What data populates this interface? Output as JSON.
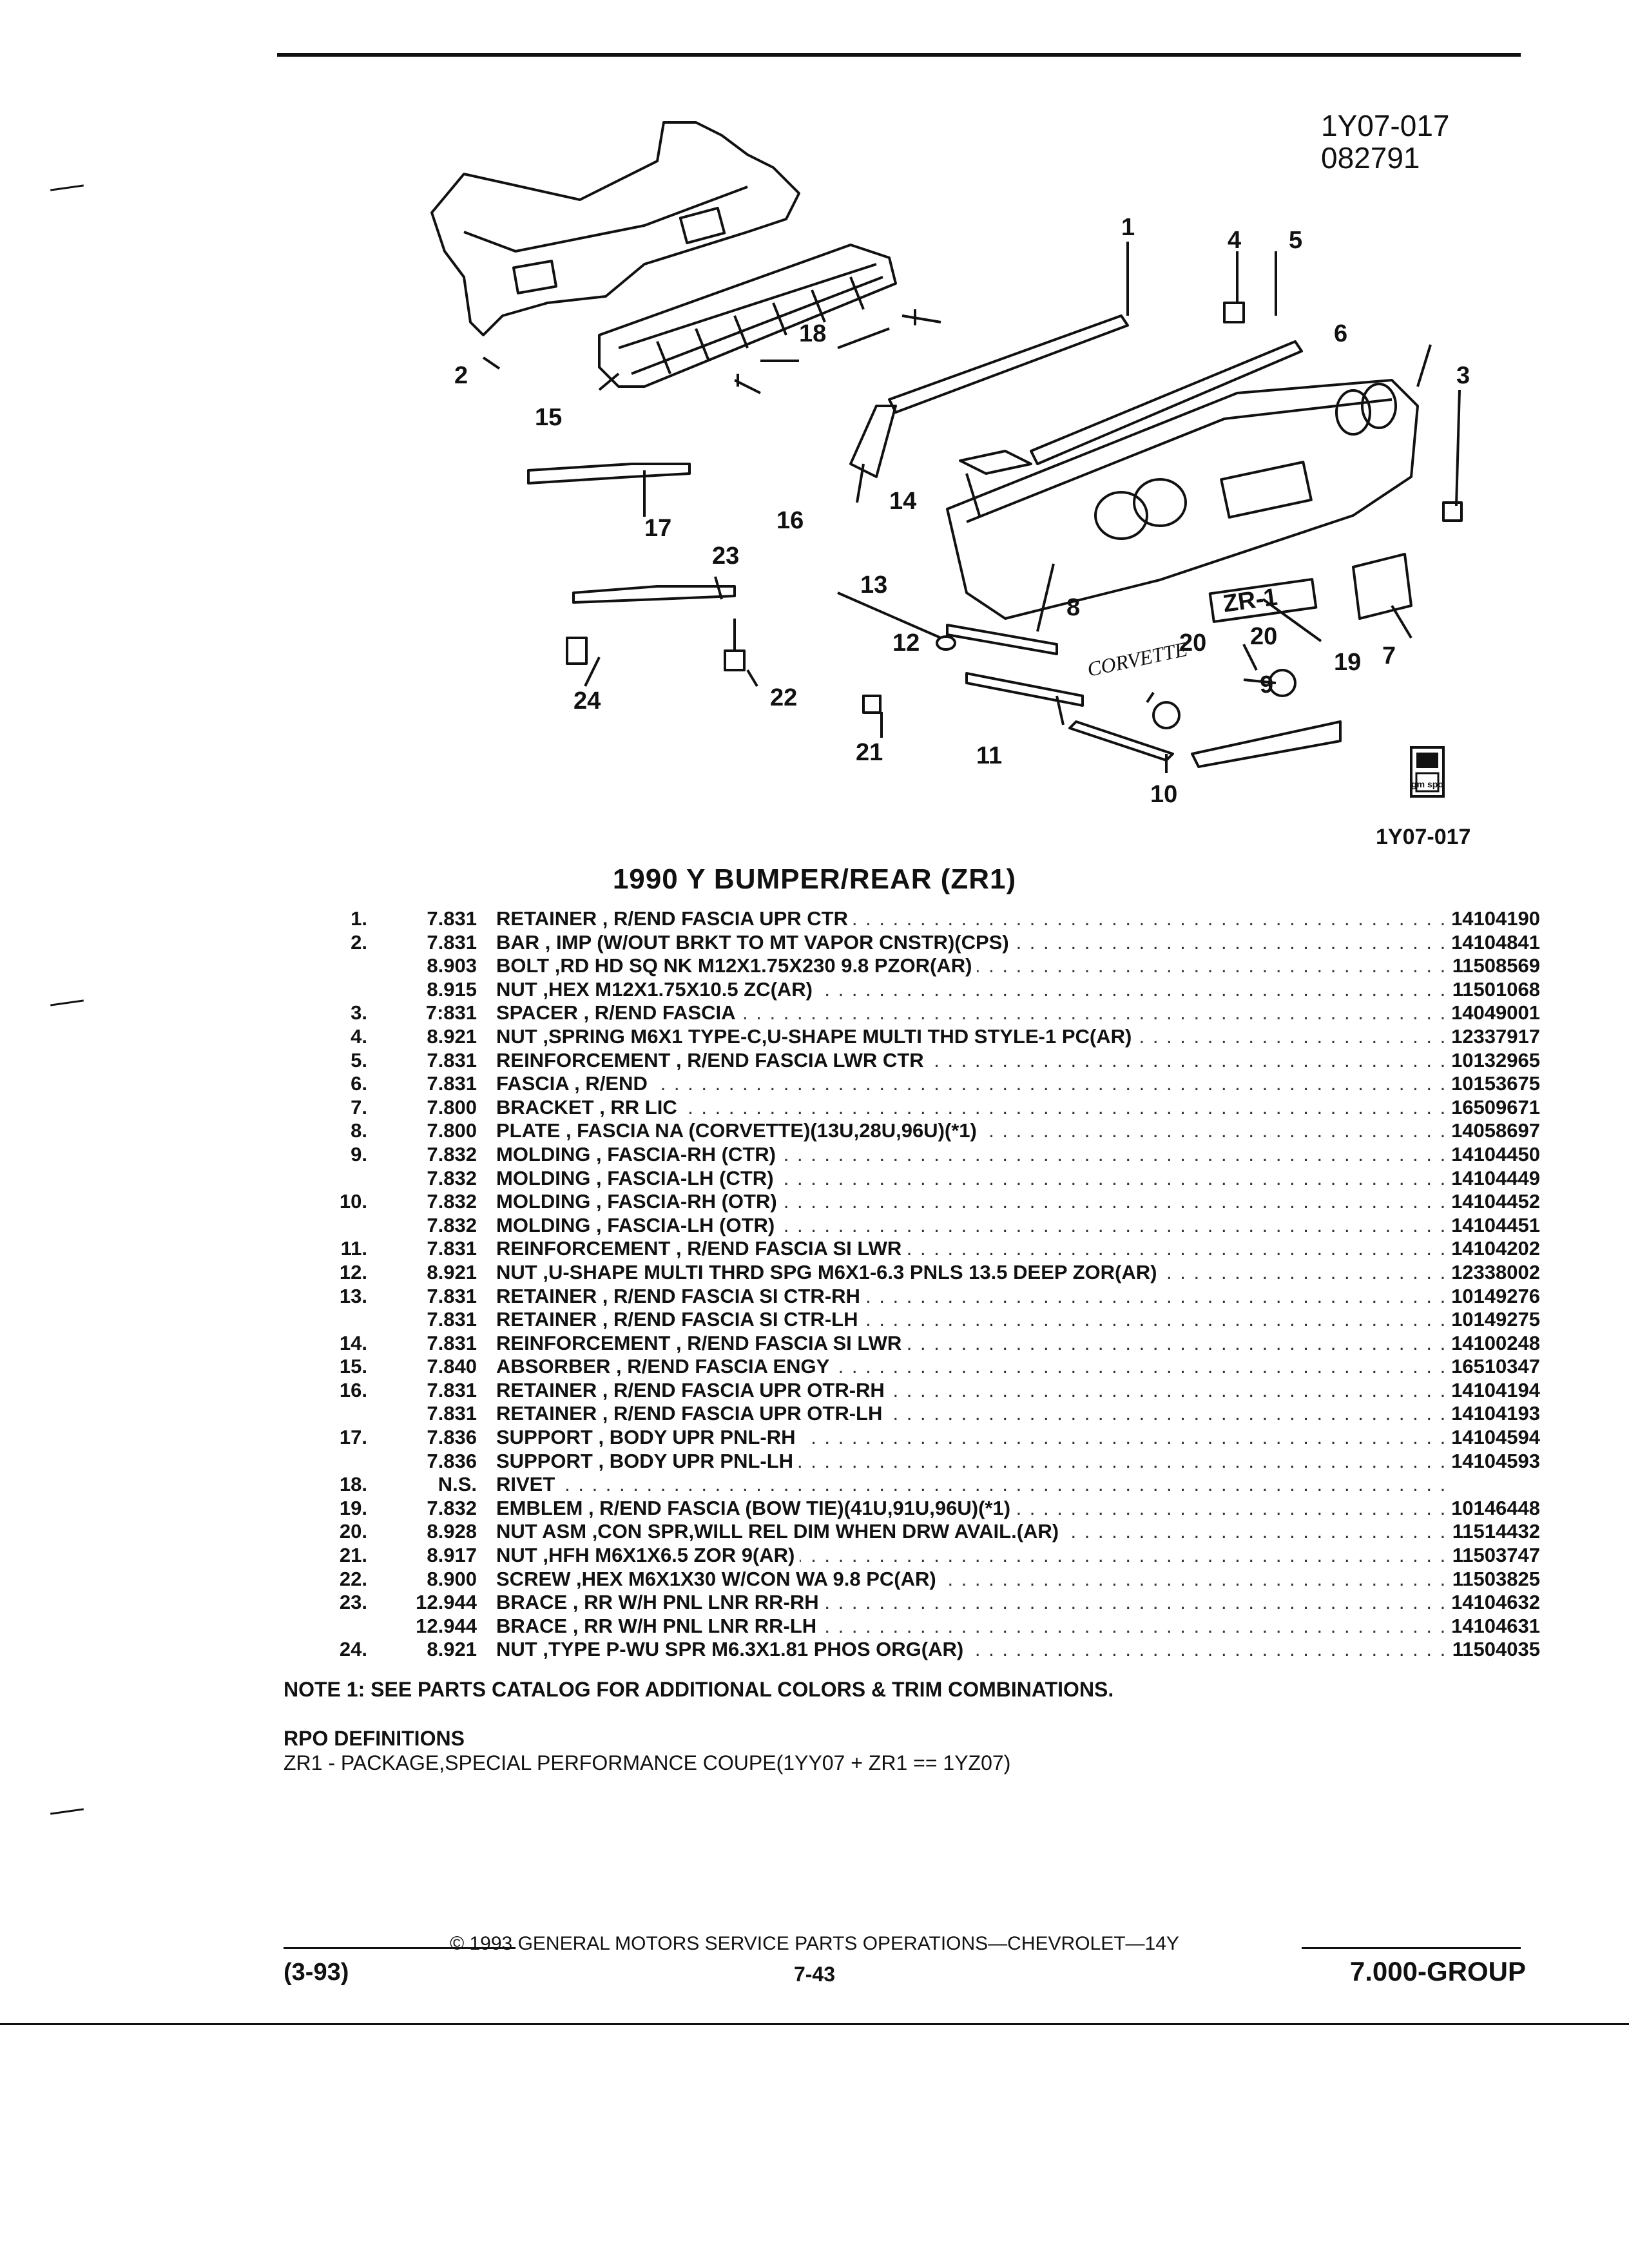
{
  "header": {
    "diagram_code": "1Y07-017",
    "date_code": "082791",
    "diagram_code_bottom": "1Y07-017"
  },
  "diagram": {
    "callouts": [
      "1",
      "2",
      "3",
      "4",
      "5",
      "6",
      "7",
      "8",
      "9",
      "10",
      "11",
      "12",
      "13",
      "14",
      "15",
      "16",
      "17",
      "18",
      "19",
      "20",
      "21",
      "22",
      "23",
      "24"
    ],
    "emblem_text": "CORVETTE",
    "badge_text": "ZR-1",
    "logo_text": "gm spo"
  },
  "title": "1990 Y BUMPER/REAR (ZR1)",
  "parts": [
    {
      "idx": "1.",
      "grp": "7.831",
      "name": "RETAINER",
      "desc": ", R/END FASCIA UPR CTR",
      "pn": "14104190"
    },
    {
      "idx": "2.",
      "grp": "7.831",
      "name": "BAR",
      "desc": ", IMP (W/OUT BRKT TO MT VAPOR CNSTR)(CPS)",
      "pn": "14104841"
    },
    {
      "idx": "",
      "grp": "8.903",
      "name": "BOLT",
      "desc": ",RD HD SQ NK M12X1.75X230 9.8 PZOR(AR)",
      "pn": "11508569"
    },
    {
      "idx": "",
      "grp": "8.915",
      "name": "NUT",
      "desc": ",HEX M12X1.75X10.5 ZC(AR)",
      "pn": "11501068"
    },
    {
      "idx": "3.",
      "grp": "7:831",
      "name": "SPACER",
      "desc": ", R/END FASCIA",
      "pn": "14049001"
    },
    {
      "idx": "4.",
      "grp": "8.921",
      "name": "NUT",
      "desc": ",SPRING M6X1 TYPE-C,U-SHAPE MULTI THD STYLE-1 PC(AR)",
      "pn": "12337917"
    },
    {
      "idx": "5.",
      "grp": "7.831",
      "name": "REINFORCEMENT",
      "desc": ", R/END FASCIA LWR CTR",
      "pn": "10132965"
    },
    {
      "idx": "6.",
      "grp": "7.831",
      "name": "FASCIA",
      "desc": ", R/END",
      "pn": "10153675"
    },
    {
      "idx": "7.",
      "grp": "7.800",
      "name": "BRACKET",
      "desc": ", RR LIC",
      "pn": "16509671"
    },
    {
      "idx": "8.",
      "grp": "7.800",
      "name": "PLATE",
      "desc": ", FASCIA NA (CORVETTE)(13U,28U,96U)(*1)",
      "pn": "14058697"
    },
    {
      "idx": "9.",
      "grp": "7.832",
      "name": "MOLDING",
      "desc": ", FASCIA-RH (CTR)",
      "pn": "14104450"
    },
    {
      "idx": "",
      "grp": "7.832",
      "name": "MOLDING",
      "desc": ", FASCIA-LH (CTR)",
      "pn": "14104449"
    },
    {
      "idx": "10.",
      "grp": "7.832",
      "name": "MOLDING",
      "desc": ", FASCIA-RH (OTR)",
      "pn": "14104452"
    },
    {
      "idx": "",
      "grp": "7.832",
      "name": "MOLDING",
      "desc": ", FASCIA-LH (OTR)",
      "pn": "14104451"
    },
    {
      "idx": "11.",
      "grp": "7.831",
      "name": "REINFORCEMENT",
      "desc": ", R/END FASCIA SI LWR",
      "pn": "14104202"
    },
    {
      "idx": "12.",
      "grp": "8.921",
      "name": "NUT",
      "desc": ",U-SHAPE MULTI THRD SPG M6X1-6.3 PNLS 13.5 DEEP ZOR(AR)",
      "pn": "12338002"
    },
    {
      "idx": "13.",
      "grp": "7.831",
      "name": "RETAINER",
      "desc": ", R/END FASCIA SI CTR-RH",
      "pn": "10149276"
    },
    {
      "idx": "",
      "grp": "7.831",
      "name": "RETAINER",
      "desc": ", R/END FASCIA SI CTR-LH",
      "pn": "10149275"
    },
    {
      "idx": "14.",
      "grp": "7.831",
      "name": "REINFORCEMENT",
      "desc": ", R/END FASCIA SI LWR",
      "pn": "14100248"
    },
    {
      "idx": "15.",
      "grp": "7.840",
      "name": "ABSORBER",
      "desc": ", R/END FASCIA ENGY",
      "pn": "16510347"
    },
    {
      "idx": "16.",
      "grp": "7.831",
      "name": "RETAINER",
      "desc": ", R/END FASCIA UPR OTR-RH",
      "pn": "14104194"
    },
    {
      "idx": "",
      "grp": "7.831",
      "name": "RETAINER",
      "desc": ", R/END FASCIA UPR OTR-LH",
      "pn": "14104193"
    },
    {
      "idx": "17.",
      "grp": "7.836",
      "name": "SUPPORT",
      "desc": ", BODY UPR PNL-RH",
      "pn": "14104594"
    },
    {
      "idx": "",
      "grp": "7.836",
      "name": "SUPPORT",
      "desc": ", BODY UPR PNL-LH",
      "pn": "14104593"
    },
    {
      "idx": "18.",
      "grp": "N.S.",
      "name": "RIVET",
      "desc": "",
      "pn": ""
    },
    {
      "idx": "19.",
      "grp": "7.832",
      "name": "EMBLEM",
      "desc": ", R/END FASCIA (BOW TIE)(41U,91U,96U)(*1)",
      "pn": "10146448"
    },
    {
      "idx": "20.",
      "grp": "8.928",
      "name": "NUT ASM",
      "desc": ",CON SPR,WILL REL DIM WHEN DRW AVAIL.(AR)",
      "pn": "11514432"
    },
    {
      "idx": "21.",
      "grp": "8.917",
      "name": "NUT",
      "desc": ",HFH M6X1X6.5 ZOR 9(AR)",
      "pn": "11503747"
    },
    {
      "idx": "22.",
      "grp": "8.900",
      "name": "SCREW",
      "desc": ",HEX M6X1X30 W/CON WA 9.8 PC(AR)",
      "pn": "11503825"
    },
    {
      "idx": "23.",
      "grp": "12.944",
      "name": "BRACE",
      "desc": ", RR W/H PNL LNR RR-RH",
      "pn": "14104632"
    },
    {
      "idx": "",
      "grp": "12.944",
      "name": "BRACE",
      "desc": ", RR W/H PNL LNR RR-LH",
      "pn": "14104631"
    },
    {
      "idx": "24.",
      "grp": "8.921",
      "name": "NUT",
      "desc": ",TYPE P-WU SPR M6.3X1.81 PHOS ORG(AR)",
      "pn": "11504035"
    }
  ],
  "note": "NOTE 1: SEE PARTS CATALOG FOR ADDITIONAL COLORS & TRIM COMBINATIONS.",
  "rpo": {
    "heading": "RPO DEFINITIONS",
    "definition": "ZR1 - PACKAGE,SPECIAL PERFORMANCE COUPE(1YY07 + ZR1 == 1YZ07)"
  },
  "footer": {
    "copyright": "© 1993 GENERAL MOTORS SERVICE PARTS OPERATIONS—CHEVROLET—14Y",
    "revision": "(3-93)",
    "page": "7-43",
    "group": "7.000-GROUP"
  }
}
